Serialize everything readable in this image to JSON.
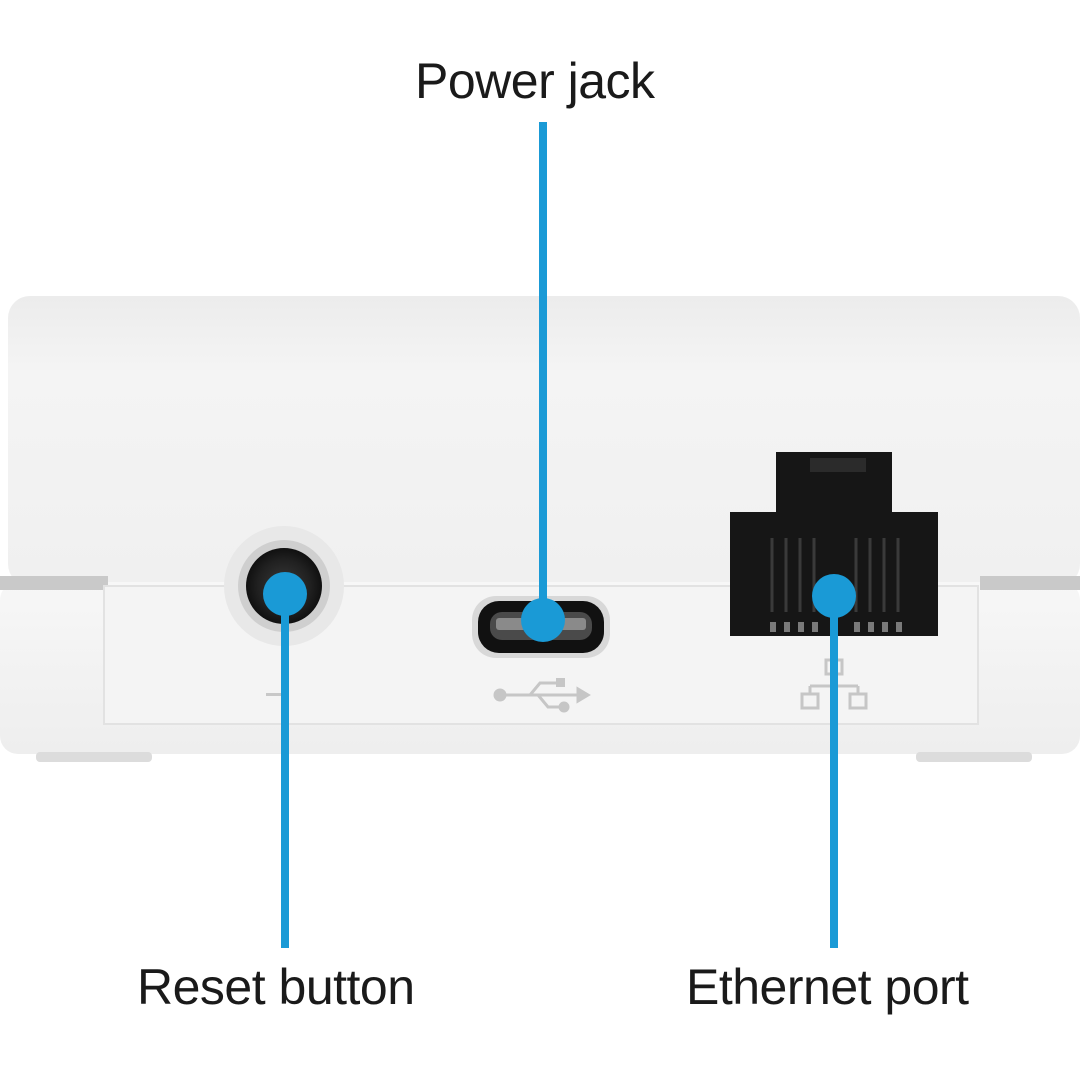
{
  "callouts": {
    "power_jack": "Power jack",
    "reset_button": "Reset button",
    "ethernet_port": "Ethernet port"
  },
  "icons": {
    "reset": "minus-icon",
    "power": "usb-trident-icon",
    "ethernet": "network-icon"
  },
  "colors": {
    "accent": "#1a9ad6",
    "device": "#f2f2f2",
    "label_text": "#1a1a1a",
    "port_black": "#161616"
  }
}
